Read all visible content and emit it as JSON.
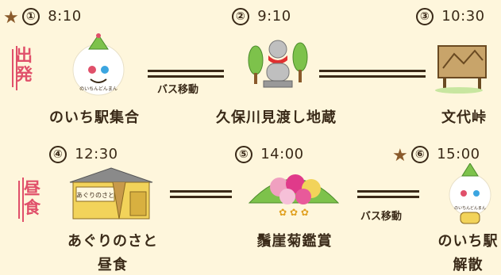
{
  "stops": [
    {
      "num": "①",
      "time": "8:10",
      "place": "のいち駅集合",
      "tag": [
        "出",
        "発"
      ],
      "star": true
    },
    {
      "num": "②",
      "time": "9:10",
      "place": "久保川見渡し地蔵"
    },
    {
      "num": "③",
      "time": "10:30",
      "place": "文代峠"
    },
    {
      "num": "④",
      "time": "12:30",
      "place_lines": [
        "あぐりのさと",
        "昼食"
      ],
      "tag": [
        "昼",
        "食"
      ]
    },
    {
      "num": "⑤",
      "time": "14:00",
      "place": "鬚崖菊鑑賞"
    },
    {
      "num": "⑥",
      "time": "15:00",
      "place_lines": [
        "のいち駅",
        "解散"
      ],
      "star": true
    }
  ],
  "transfers": {
    "bus_label": "バス移動"
  },
  "mascot": {
    "caption": "のいちんどんまん"
  },
  "sign": {
    "text": "あぐりのさと"
  },
  "colors": {
    "bg": "#fef6dc",
    "text": "#3a2a18",
    "accent": "#e0506a"
  }
}
